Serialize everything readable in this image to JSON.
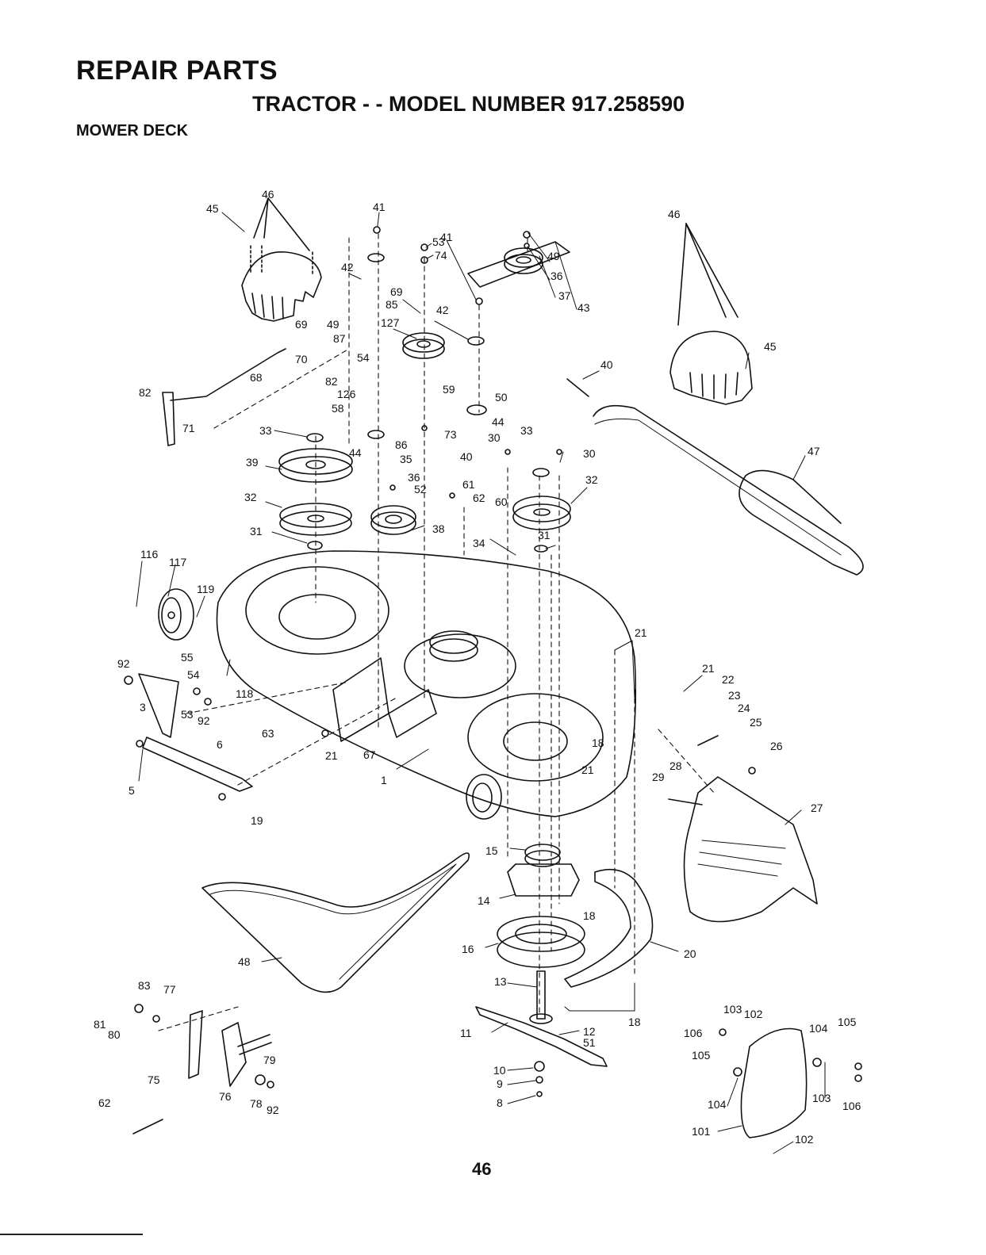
{
  "header": {
    "title": "REPAIR PARTS",
    "subtitle": "TRACTOR - - MODEL NUMBER 917.258590",
    "section": "MOWER DECK"
  },
  "page_number": "46",
  "colors": {
    "ink": "#111111",
    "paper": "#ffffff"
  },
  "callouts": [
    {
      "id": "c46a",
      "text": "46"
    },
    {
      "id": "c41a",
      "text": "41"
    },
    {
      "id": "c53a",
      "text": "53"
    },
    {
      "id": "c74",
      "text": "74"
    },
    {
      "id": "c42a",
      "text": "42"
    },
    {
      "id": "c49a",
      "text": "49"
    },
    {
      "id": "c36a",
      "text": "36"
    },
    {
      "id": "c37",
      "text": "37"
    },
    {
      "id": "c41b",
      "text": "41"
    },
    {
      "id": "c69a",
      "text": "69"
    },
    {
      "id": "c85",
      "text": "85"
    },
    {
      "id": "c42b",
      "text": "42"
    },
    {
      "id": "c127",
      "text": "127"
    },
    {
      "id": "c43",
      "text": "43"
    },
    {
      "id": "c45a",
      "text": "45"
    },
    {
      "id": "c69b",
      "text": "69"
    },
    {
      "id": "c49b",
      "text": "49"
    },
    {
      "id": "c87",
      "text": "87"
    },
    {
      "id": "c70",
      "text": "70"
    },
    {
      "id": "c54a",
      "text": "54"
    },
    {
      "id": "c68",
      "text": "68"
    },
    {
      "id": "c82a",
      "text": "82"
    },
    {
      "id": "c126",
      "text": "126"
    },
    {
      "id": "c82b",
      "text": "82"
    },
    {
      "id": "c58",
      "text": "58"
    },
    {
      "id": "c59",
      "text": "59"
    },
    {
      "id": "c50",
      "text": "50"
    },
    {
      "id": "c40a",
      "text": "40"
    },
    {
      "id": "c46b",
      "text": "46"
    },
    {
      "id": "c45b",
      "text": "45"
    },
    {
      "id": "c71",
      "text": "71"
    },
    {
      "id": "c33a",
      "text": "33"
    },
    {
      "id": "c44a",
      "text": "44"
    },
    {
      "id": "c86",
      "text": "86"
    },
    {
      "id": "c73",
      "text": "73"
    },
    {
      "id": "c44b",
      "text": "44"
    },
    {
      "id": "c30a",
      "text": "30"
    },
    {
      "id": "c33b",
      "text": "33"
    },
    {
      "id": "c30b",
      "text": "30"
    },
    {
      "id": "c40b",
      "text": "40"
    },
    {
      "id": "c39",
      "text": "39"
    },
    {
      "id": "c35",
      "text": "35"
    },
    {
      "id": "c36b",
      "text": "36"
    },
    {
      "id": "c52",
      "text": "52"
    },
    {
      "id": "c61",
      "text": "61"
    },
    {
      "id": "c62a",
      "text": "62"
    },
    {
      "id": "c60",
      "text": "60"
    },
    {
      "id": "c32a",
      "text": "32"
    },
    {
      "id": "c32b",
      "text": "32"
    },
    {
      "id": "c47",
      "text": "47"
    },
    {
      "id": "c31a",
      "text": "31"
    },
    {
      "id": "c38",
      "text": "38"
    },
    {
      "id": "c34",
      "text": "34"
    },
    {
      "id": "c31b",
      "text": "31"
    },
    {
      "id": "c116",
      "text": "116"
    },
    {
      "id": "c117",
      "text": "117"
    },
    {
      "id": "c119",
      "text": "119"
    },
    {
      "id": "c21a",
      "text": "21"
    },
    {
      "id": "c92a",
      "text": "92"
    },
    {
      "id": "c55",
      "text": "55"
    },
    {
      "id": "c54b",
      "text": "54"
    },
    {
      "id": "c118",
      "text": "118"
    },
    {
      "id": "c3",
      "text": "3"
    },
    {
      "id": "c53b",
      "text": "53"
    },
    {
      "id": "c92b",
      "text": "92"
    },
    {
      "id": "c21b",
      "text": "21"
    },
    {
      "id": "c22",
      "text": "22"
    },
    {
      "id": "c23",
      "text": "23"
    },
    {
      "id": "c24",
      "text": "24"
    },
    {
      "id": "c25",
      "text": "25"
    },
    {
      "id": "c63",
      "text": "63"
    },
    {
      "id": "c6",
      "text": "6"
    },
    {
      "id": "c21c",
      "text": "21"
    },
    {
      "id": "c67",
      "text": "67"
    },
    {
      "id": "c18a",
      "text": "18"
    },
    {
      "id": "c26",
      "text": "26"
    },
    {
      "id": "c28",
      "text": "28"
    },
    {
      "id": "c29",
      "text": "29"
    },
    {
      "id": "c21d",
      "text": "21"
    },
    {
      "id": "c1",
      "text": "1"
    },
    {
      "id": "c5",
      "text": "5"
    },
    {
      "id": "c19",
      "text": "19"
    },
    {
      "id": "c27",
      "text": "27"
    },
    {
      "id": "c15",
      "text": "15"
    },
    {
      "id": "c14",
      "text": "14"
    },
    {
      "id": "c18b",
      "text": "18"
    },
    {
      "id": "c16",
      "text": "16"
    },
    {
      "id": "c20",
      "text": "20"
    },
    {
      "id": "c48",
      "text": "48"
    },
    {
      "id": "c13",
      "text": "13"
    },
    {
      "id": "c83",
      "text": "83"
    },
    {
      "id": "c77",
      "text": "77"
    },
    {
      "id": "c81",
      "text": "81"
    },
    {
      "id": "c80",
      "text": "80"
    },
    {
      "id": "c18c",
      "text": "18"
    },
    {
      "id": "c103a",
      "text": "103"
    },
    {
      "id": "c102a",
      "text": "102"
    },
    {
      "id": "c11",
      "text": "11"
    },
    {
      "id": "c12",
      "text": "12"
    },
    {
      "id": "c51",
      "text": "51"
    },
    {
      "id": "c106a",
      "text": "106"
    },
    {
      "id": "c104a",
      "text": "104"
    },
    {
      "id": "c105a",
      "text": "105"
    },
    {
      "id": "c105b",
      "text": "105"
    },
    {
      "id": "c79",
      "text": "79"
    },
    {
      "id": "c75",
      "text": "75"
    },
    {
      "id": "c10",
      "text": "10"
    },
    {
      "id": "c9",
      "text": "9"
    },
    {
      "id": "c76",
      "text": "76"
    },
    {
      "id": "c78",
      "text": "78"
    },
    {
      "id": "c92c",
      "text": "92"
    },
    {
      "id": "c62b",
      "text": "62"
    },
    {
      "id": "c8",
      "text": "8"
    },
    {
      "id": "c104b",
      "text": "104"
    },
    {
      "id": "c103b",
      "text": "103"
    },
    {
      "id": "c106b",
      "text": "106"
    },
    {
      "id": "c101",
      "text": "101"
    },
    {
      "id": "c102b",
      "text": "102"
    }
  ]
}
